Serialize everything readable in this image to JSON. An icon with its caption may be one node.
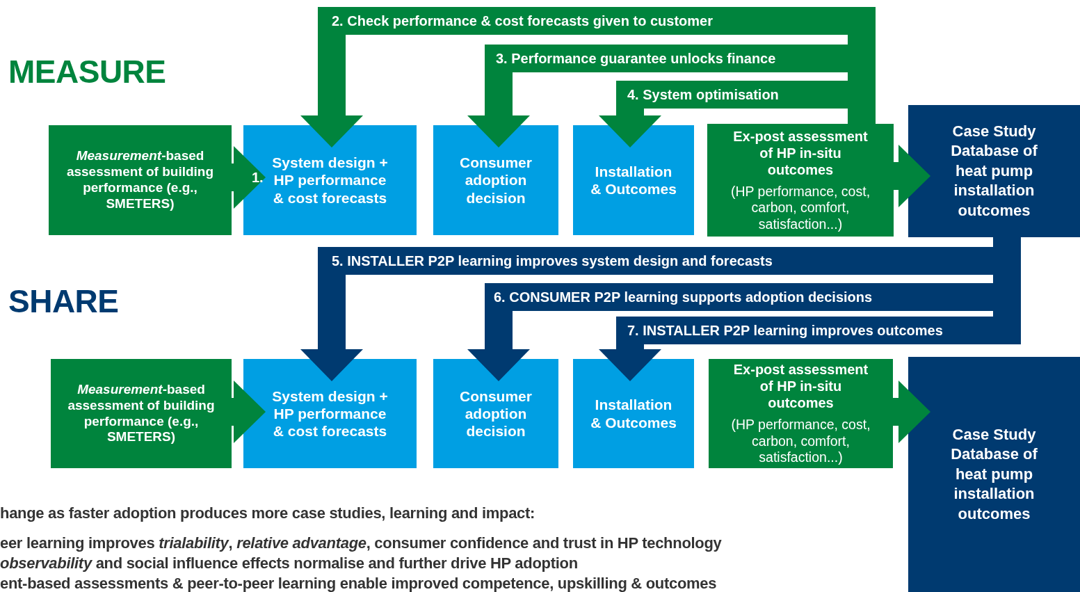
{
  "diagram": {
    "nodes": [
      {
        "text": [
          "*Measurement*-based assessment of building performance (e.g., SMETERS)"
        ]
      },
      {
        "text": [
          "System design + HP performance & cost forecasts"
        ]
      },
      {
        "text": [
          "Consumer adoption decision"
        ]
      },
      {
        "text": [
          "Installation & Outcomes"
        ]
      },
      {
        "text": [
          "Ex-post assessment of HP in-situ outcomes",
          "(HP performance, cost, carbon, comfort, satisfaction...)"
        ]
      },
      {
        "text": [
          "Case Study Database of heat pump installation outcomes"
        ]
      },
      {
        "text": [
          "*Measurement*-based assessment of building performance (e.g., SMETERS)"
        ]
      },
      {
        "text": [
          "System design + HP performance & cost forecasts"
        ]
      },
      {
        "text": [
          "Consumer adoption decision"
        ]
      },
      {
        "text": [
          "Installation & Outcomes"
        ]
      },
      {
        "text": [
          "Ex-post assessment of HP in-situ outcomes",
          "(HP performance, cost, carbon, comfort, satisfaction...)"
        ]
      },
      {
        "text": [
          "Case Study Database of heat pump installation outcomes"
        ]
      }
    ],
    "edges": [
      {
        "from": 0,
        "to": 1,
        "arrow": "to",
        "label": "1."
      },
      {
        "from": 4,
        "to": 1,
        "arrow": "to",
        "label": "2. Check performance & cost forecasts given to customer"
      },
      {
        "from": 4,
        "to": 2,
        "arrow": "to",
        "label": "3. Performance guarantee unlocks finance"
      },
      {
        "from": 4,
        "to": 3,
        "arrow": "to",
        "label": "4. System optimisation"
      },
      {
        "from": 4,
        "to": 5,
        "arrow": "to"
      },
      {
        "from": 5,
        "to": 7,
        "arrow": "to",
        "label": "5. INSTALLER P2P learning improves system design and forecasts",
        "color": "#003a70"
      },
      {
        "from": 5,
        "to": 8,
        "arrow": "to",
        "label": "6. CONSUMER P2P learning supports adoption decisions",
        "color": "#003a70"
      },
      {
        "from": 5,
        "to": 9,
        "arrow": "to",
        "label": "7. INSTALLER P2P learning improves outcomes",
        "color": "#003a70"
      },
      {
        "from": 6,
        "to": 7,
        "arrow": "to"
      },
      {
        "from": 10,
        "to": 11,
        "arrow": "to"
      }
    ],
    "labels": [
      "MEASURE",
      "SHARE",
      "hange as faster adoption produces more case studies, learning and impact:",
      "eer learning improves *trialability*, *relative advantage*, consumer confidence and trust in HP technology",
      "*observability* and social influence effects normalise and further drive HP adoption",
      "ent-based assessments & peer-to-peer learning enable improved competence, upskilling & outcomes"
    ]
  }
}
